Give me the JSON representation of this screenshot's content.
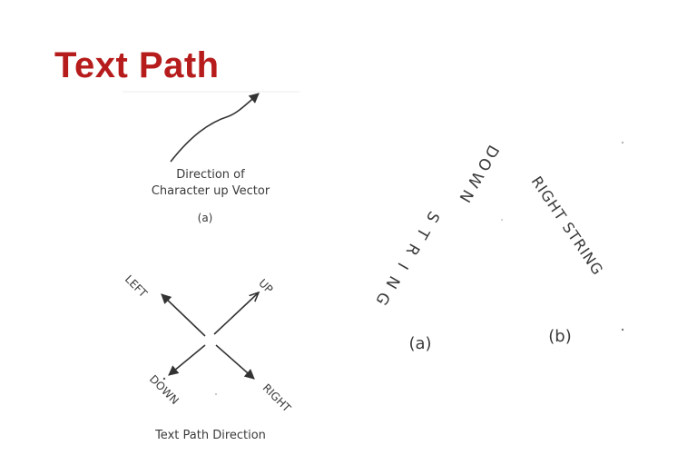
{
  "title": "Text Path",
  "left_panel": {
    "up_vector": {
      "caption_line1": "Direction of",
      "caption_line2": "Character up Vector",
      "sublabel": "(a)"
    },
    "path_directions": {
      "left": "LEFT",
      "up": "UP",
      "down": "DOWN",
      "right": "RIGHT",
      "caption": "Text Path Direction"
    }
  },
  "right_panel": {
    "down_string": {
      "letters": [
        "S",
        "T",
        "R",
        "I",
        "N",
        "G"
      ],
      "word_letters": [
        "D",
        "O",
        "W",
        "N"
      ],
      "sublabel": "(a)"
    },
    "right_string": {
      "text": "RIGHT STRING",
      "sublabel": "(b)"
    }
  },
  "colors": {
    "title": "#b71c1c",
    "ink": "#333333"
  }
}
